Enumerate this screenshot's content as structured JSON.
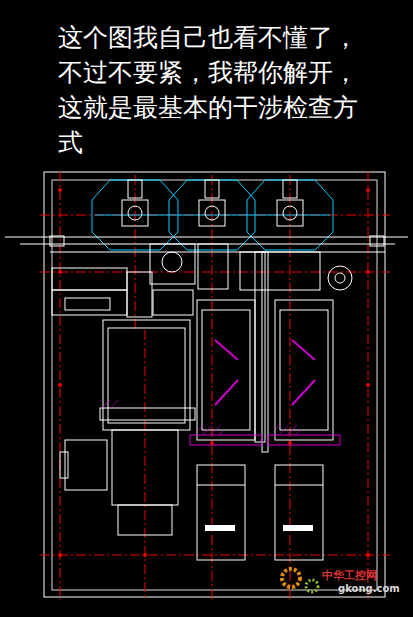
{
  "diagram": {
    "title": "这个图我自己也看不懂了，不过不要紧，我帮你解开，这就是最基本的干涉检查方式",
    "labels": [
      "中华工控网",
      "gkong.com"
    ]
  }
}
